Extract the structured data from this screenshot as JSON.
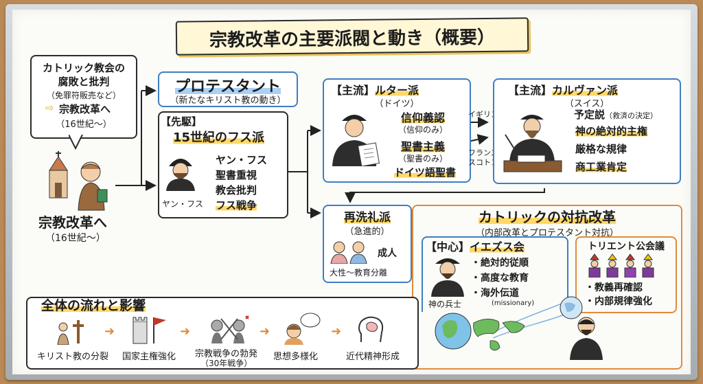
{
  "title": "宗教改革の主要派閥と動き（概要）",
  "bubble": {
    "line1": "カトリック教会の",
    "line2": "腐敗と批判",
    "line3": "（免罪符販売など）",
    "line4": "宗教改革へ",
    "line5": "（16世紀～）"
  },
  "start": {
    "label": "宗教改革へ",
    "sub": "（16世紀～）"
  },
  "protestant": {
    "title": "プロテスタント",
    "sub": "（新たなキリスト教の動き）"
  },
  "hus": {
    "tag": "【先駆】",
    "title": "15世紀のフス派",
    "items": [
      "ヤン・フス",
      "聖書重視",
      "教会批判",
      "フス戦争"
    ],
    "portrait": "ヤン・フス"
  },
  "luther": {
    "tag": "【主流】",
    "name": "ルター派",
    "region": "（ドイツ）",
    "items": [
      "信仰義認",
      "（信仰のみ）",
      "聖書主義",
      "（聖書のみ）",
      "ドイツ語聖書"
    ]
  },
  "spread": {
    "england": "イギリン",
    "france1": "フランス",
    "france2": "スコトン"
  },
  "calvin": {
    "tag": "【主流】",
    "name": "カルヴァン派",
    "region": "（スイス）",
    "items": [
      "予定説",
      "（救済の決定）",
      "神の絶対的主権",
      "厳格な規律",
      "商工業肯定"
    ]
  },
  "anabaptist": {
    "title": "再洗礼派",
    "sub": "（急進的）",
    "adult": "成人",
    "note": "大性～教育分離"
  },
  "counter": {
    "title": "カトリックの対抗改革",
    "sub": "（内部改革とプロテスタント対抗）",
    "jesuit": {
      "tag": "【中心】",
      "name": "イエズス会",
      "items": [
        "・絶対的従順",
        "・高度な教育",
        "・海外伝道"
      ],
      "missionary": "(missionary)",
      "caption": "神の兵士"
    },
    "trent": {
      "title": "トリエント公会議",
      "items": [
        "・教義再確認",
        "・内部規律強化"
      ]
    }
  },
  "flow": {
    "title": "全体の流れと影響",
    "steps": [
      "キリスト教の分裂",
      "国家主権強化",
      "宗教戦争の勃発",
      "思想多様化",
      "近代精神形成"
    ],
    "step3_sub": "（30年戦争）"
  },
  "colors": {
    "highlight": "#ffd866",
    "blue": "#3f7dc2",
    "orange": "#e08b3a",
    "board": "#fbfbf8"
  }
}
